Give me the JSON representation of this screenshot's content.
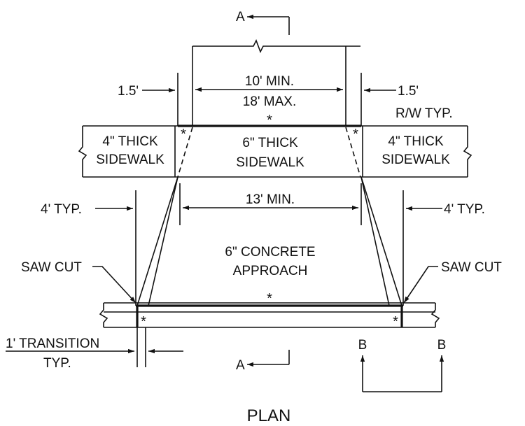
{
  "labels": {
    "section_a": "A",
    "section_b": "B",
    "width_min": "10' MIN.",
    "width_max": "18' MAX.",
    "offset_left": "1.5'",
    "offset_right": "1.5'",
    "rw": "R/W TYP.",
    "sidewalk_left_1": "4\" THICK",
    "sidewalk_left_2": "SIDEWALK",
    "sidewalk_center_1": "6\" THICK",
    "sidewalk_center_2": "SIDEWALK",
    "sidewalk_right_1": "4\" THICK",
    "sidewalk_right_2": "SIDEWALK",
    "typ_left": "4' TYP.",
    "typ_right": "4' TYP.",
    "min_13": "13' MIN.",
    "approach_1": "6\" CONCRETE",
    "approach_2": "APPROACH",
    "saw_cut_left": "SAW CUT",
    "saw_cut_right": "SAW CUT",
    "transition_1": "1' TRANSITION",
    "transition_2": "TYP.",
    "star": "*",
    "title": "PLAN"
  }
}
